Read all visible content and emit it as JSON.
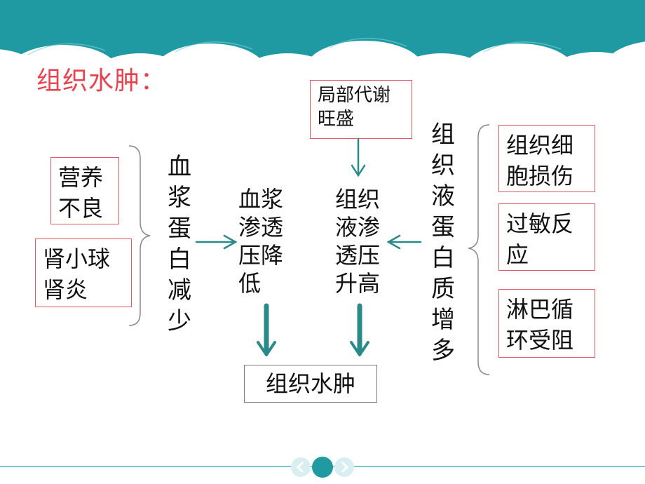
{
  "title": "组织水肿：",
  "colors": {
    "header": "#1f9aa3",
    "accent_red": "#e8424f",
    "arrow": "#2a8a8a"
  },
  "left_causes": [
    "营养不良",
    "肾小球肾炎"
  ],
  "left_result_vertical": "血浆蛋白减少",
  "center_left": "血浆渗透压降低",
  "top_box": "局部代谢旺盛",
  "center_right": "组织液渗透压升高",
  "right_result_vertical": "组织液蛋白质增多",
  "right_causes": [
    "组织细胞损伤",
    "过敏反应",
    "淋巴循环受阻"
  ],
  "outcome": "组织水肿",
  "icons": {
    "prev": "chevron-left-icon",
    "current": "dot-icon",
    "next": "chevron-right-icon"
  }
}
